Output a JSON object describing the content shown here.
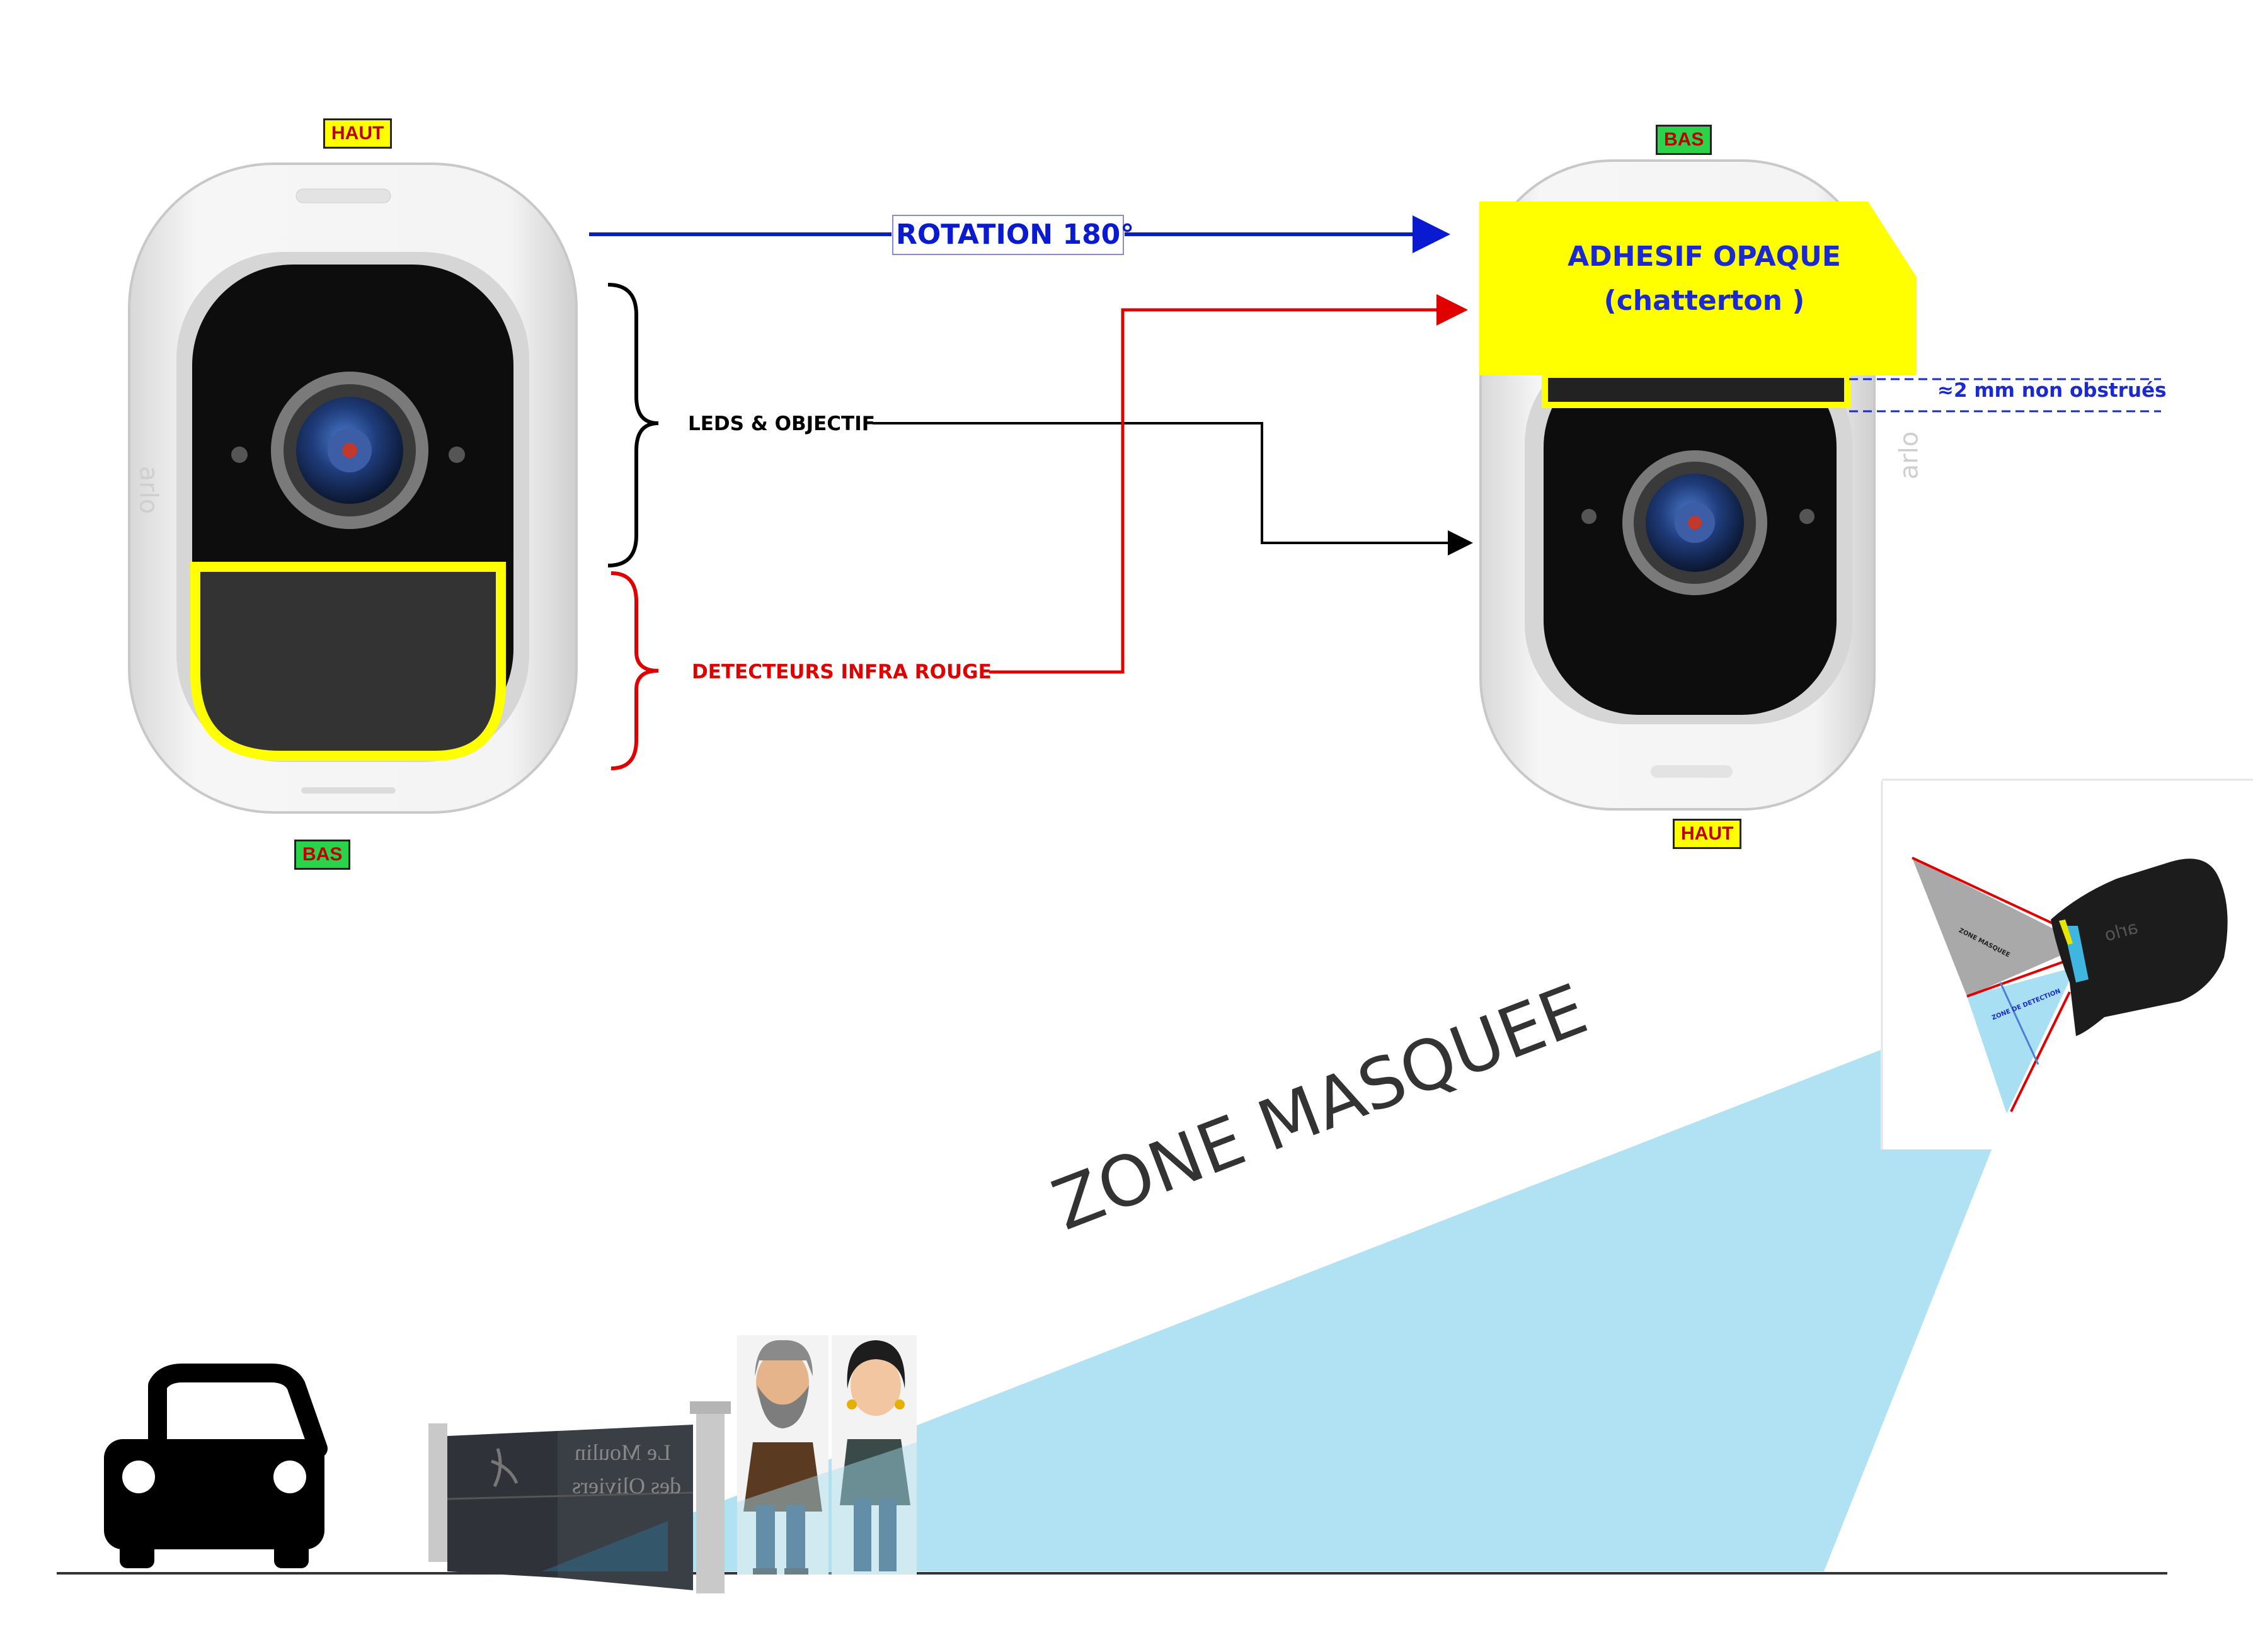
{
  "labels": {
    "left_top": "HAUT",
    "left_bottom": "BAS",
    "right_top": "BAS",
    "right_bottom": "HAUT",
    "rotation": "ROTATION 180°",
    "adhesive_line1": "ADHESIF OPAQUE",
    "adhesive_line2": "(chatterton )",
    "unobstructed": "≈2 mm non obstrués",
    "leds": "LEDS & OBJECTIF",
    "ir": "DETECTEURS INFRA ROUGE",
    "zone_masquee": "ZONE MASQUEE",
    "small_zone_masquee": "ZONE MASQUEE",
    "small_zone_detection": "ZONE DE DETECTION",
    "gate_line1": "Le Moulin",
    "gate_line2": "des Oliviers",
    "camera_brand": "arlo"
  },
  "colors": {
    "blue_arrow": "#0a1ad0",
    "red_arrow": "#e00000",
    "black_arrow": "#000000",
    "highlight_yellow": "#ffff00",
    "detection_blue": "#a9dff2",
    "camera_white": "#eeeeee",
    "camera_dark": "#0d0d0d"
  },
  "icons": {
    "car": "car-icon",
    "gate": "gate-icon",
    "man": "man-icon",
    "woman": "woman-icon"
  }
}
